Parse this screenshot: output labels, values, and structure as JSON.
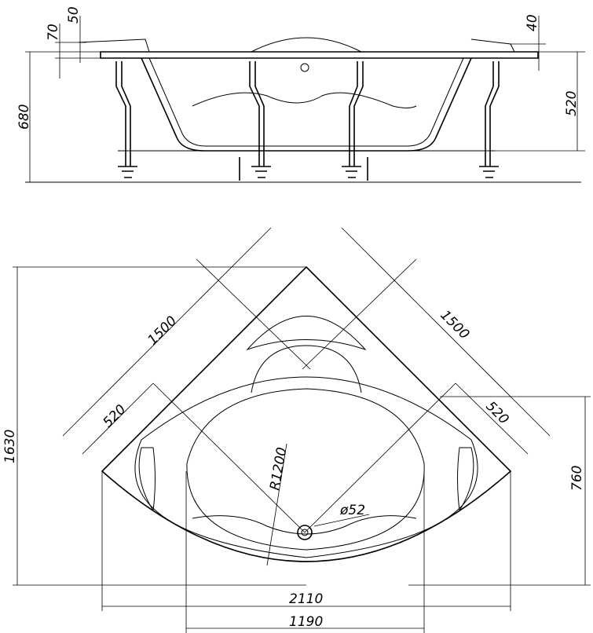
{
  "side_view": {
    "dimensions": {
      "total_height": "680",
      "tub_depth": "520",
      "rim_70": "70",
      "rim_50": "50",
      "rim_40": "40"
    }
  },
  "plan_view": {
    "dimensions": {
      "side_left": "1500",
      "side_right": "1500",
      "flat_left": "520",
      "flat_right": "520",
      "total_depth": "1630",
      "front_depth": "760",
      "overall_width": "2110",
      "inner_width": "1190",
      "radius": "R1200",
      "drain_diameter": "ø52"
    }
  }
}
